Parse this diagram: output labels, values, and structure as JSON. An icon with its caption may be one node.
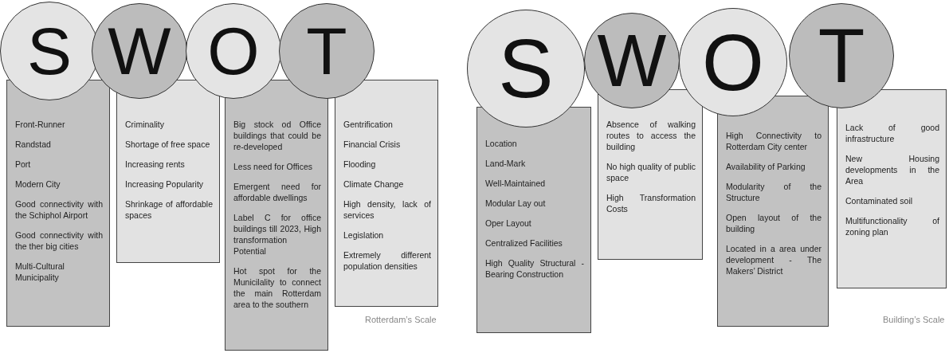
{
  "diagram": {
    "nodes": [
      {
        "text": [
          "S"
        ]
      },
      {
        "text": [
          "Front-Runner",
          "Randstad",
          "Port",
          "Modern City",
          "Good connectivity with the Schiphol Airport",
          "Good connectivity with the ther big cities",
          "Multi-Cultural Municipality"
        ]
      },
      {
        "text": [
          "W"
        ]
      },
      {
        "text": [
          "Criminality",
          "Shortage of free space",
          "Increasing rents",
          "Increasing Popularity",
          "Shrinkage of affordable spaces"
        ]
      },
      {
        "text": [
          "O"
        ]
      },
      {
        "text": [
          "Big stock od Office buildings that could be re-developed",
          "Less need for Offices",
          "Emergent need for affordable dwellings",
          "Label C for office buildings till 2023, High transformation Potential",
          "Hot spot for the Municilality to connect the main Rotterdam area to the southern"
        ]
      },
      {
        "text": [
          "T"
        ]
      },
      {
        "text": [
          "Gentrification",
          "Financial Crisis",
          "Flooding",
          "Climate Change",
          "High density, lack of services",
          "Legislation",
          "Extremely different population densities"
        ]
      },
      {
        "text": [
          "S"
        ]
      },
      {
        "text": [
          "Location",
          "Land-Mark",
          "Well-Maintained",
          "Modular Lay out",
          "Oper Layout",
          "Centralized Facilities",
          "High Quality Structural - Bearing Construction"
        ]
      },
      {
        "text": [
          "W"
        ]
      },
      {
        "text": [
          "Absence of walking routes to access the building",
          "No high quality of public space",
          "High Transformation Costs"
        ]
      },
      {
        "text": [
          "O"
        ]
      },
      {
        "text": [
          "High Connectivity to Rotterdam City center",
          "Availability of Parking",
          "Modularity of the Structure",
          "Open layout of the building",
          "Located in a area under development - The Makers’ District"
        ]
      },
      {
        "text": [
          "T"
        ]
      },
      {
        "text": [
          "Lack of good infrastructure",
          "New Housing developments in the Area",
          "Contaminated soil",
          "Multifunctionality of zoning plan"
        ]
      }
    ],
    "labels": [
      "Rotterdam’s Scale",
      "Building’s Scale"
    ]
  }
}
